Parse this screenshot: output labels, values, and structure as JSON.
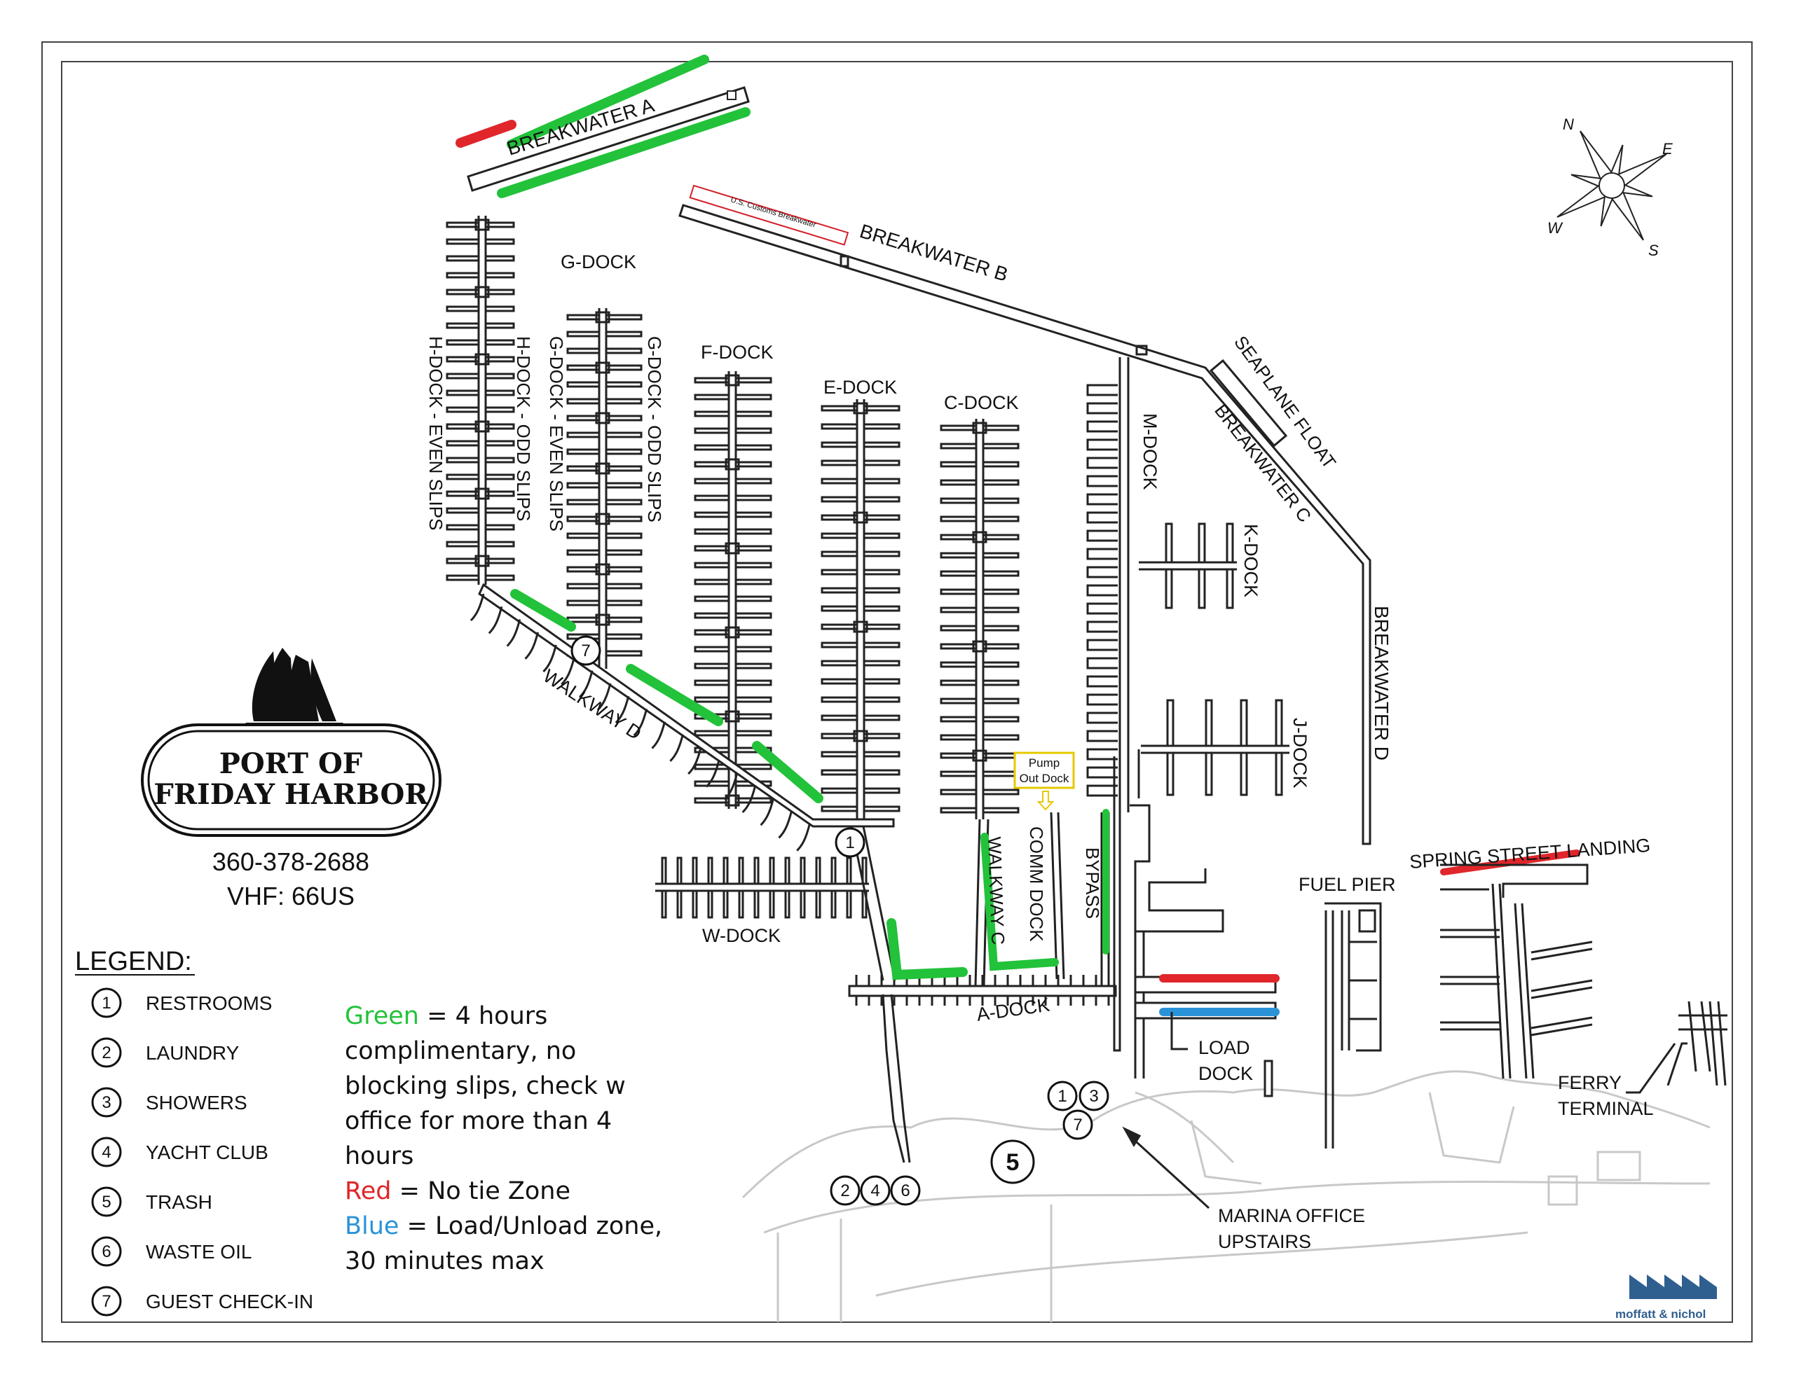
{
  "logo": {
    "line1": "PORT OF",
    "line2": "FRIDAY HARBOR",
    "phone": "360-378-2688",
    "vhf": "VHF: 66US",
    "icon": "schooner-icon"
  },
  "legend": {
    "title": "LEGEND:",
    "items": [
      {
        "num": "1",
        "label": "RESTROOMS"
      },
      {
        "num": "2",
        "label": "LAUNDRY"
      },
      {
        "num": "3",
        "label": "SHOWERS"
      },
      {
        "num": "4",
        "label": "YACHT CLUB"
      },
      {
        "num": "5",
        "label": "TRASH"
      },
      {
        "num": "6",
        "label": "WASTE OIL"
      },
      {
        "num": "7",
        "label": "GUEST CHECK-IN"
      }
    ]
  },
  "notes": {
    "green_word": "Green",
    "green_text_1": " = 4 hours",
    "green_text_2": "complimentary, no",
    "green_text_3": "blocking slips, check w",
    "green_text_4": "office for more than 4",
    "green_text_5": "hours",
    "red_word": "Red",
    "red_text": " = No tie Zone",
    "blue_word": "Blue",
    "blue_text_1": " = Load/Unload zone,",
    "blue_text_2": "30 minutes max"
  },
  "colors": {
    "green": "#22c23a",
    "red": "#e0262b",
    "blue": "#2a93d8",
    "pump_box": "#e6c800",
    "customs_box": "#d21f2a"
  },
  "labels": {
    "breakwater_a": "BREAKWATER A",
    "breakwater_b": "BREAKWATER B",
    "breakwater_c": "BREAKWATER C",
    "breakwater_d": "BREAKWATER D",
    "customs": "U.S. Customs Breakwater",
    "seaplane": "SEAPLANE FLOAT",
    "g_dock": "G-DOCK",
    "f_dock": "F-DOCK",
    "e_dock": "E-DOCK",
    "c_dock": "C-DOCK",
    "m_dock": "M-DOCK",
    "k_dock": "K-DOCK",
    "j_dock": "J-DOCK",
    "w_dock": "W-DOCK",
    "a_dock": "A-DOCK",
    "h_even": "H-DOCK - EVEN SLIPS",
    "h_odd": "H-DOCK - ODD SLIPS",
    "g_even": "G-DOCK - EVEN SLIPS",
    "g_odd": "G-DOCK - ODD SLIPS",
    "walkway_d": "WALKWAY D",
    "walkway_c": "WALKWAY C",
    "comm_dock": "COMM DOCK",
    "bypass": "BYPASS",
    "pump_1": "Pump",
    "pump_2": "Out Dock",
    "fuel_pier": "FUEL PIER",
    "spring_street": "SPRING STREET LANDING",
    "load_1": "LOAD",
    "load_2": "DOCK",
    "ferry_1": "FERRY",
    "ferry_2": "TERMINAL",
    "office_1": "MARINA OFFICE",
    "office_2": "UPSTAIRS"
  },
  "compass": {
    "n": "N",
    "e": "E",
    "s": "S",
    "w": "W",
    "icon": "compass-rose-icon"
  },
  "markers": {
    "m1": "1",
    "m1b": "1",
    "m3": "3",
    "m7": "7",
    "m7b": "7",
    "m5": "5",
    "m2": "2",
    "m4": "4",
    "m6": "6"
  },
  "credit": {
    "text": "moffatt & nichol",
    "icon": "moffatt-nichol-logo-icon"
  }
}
